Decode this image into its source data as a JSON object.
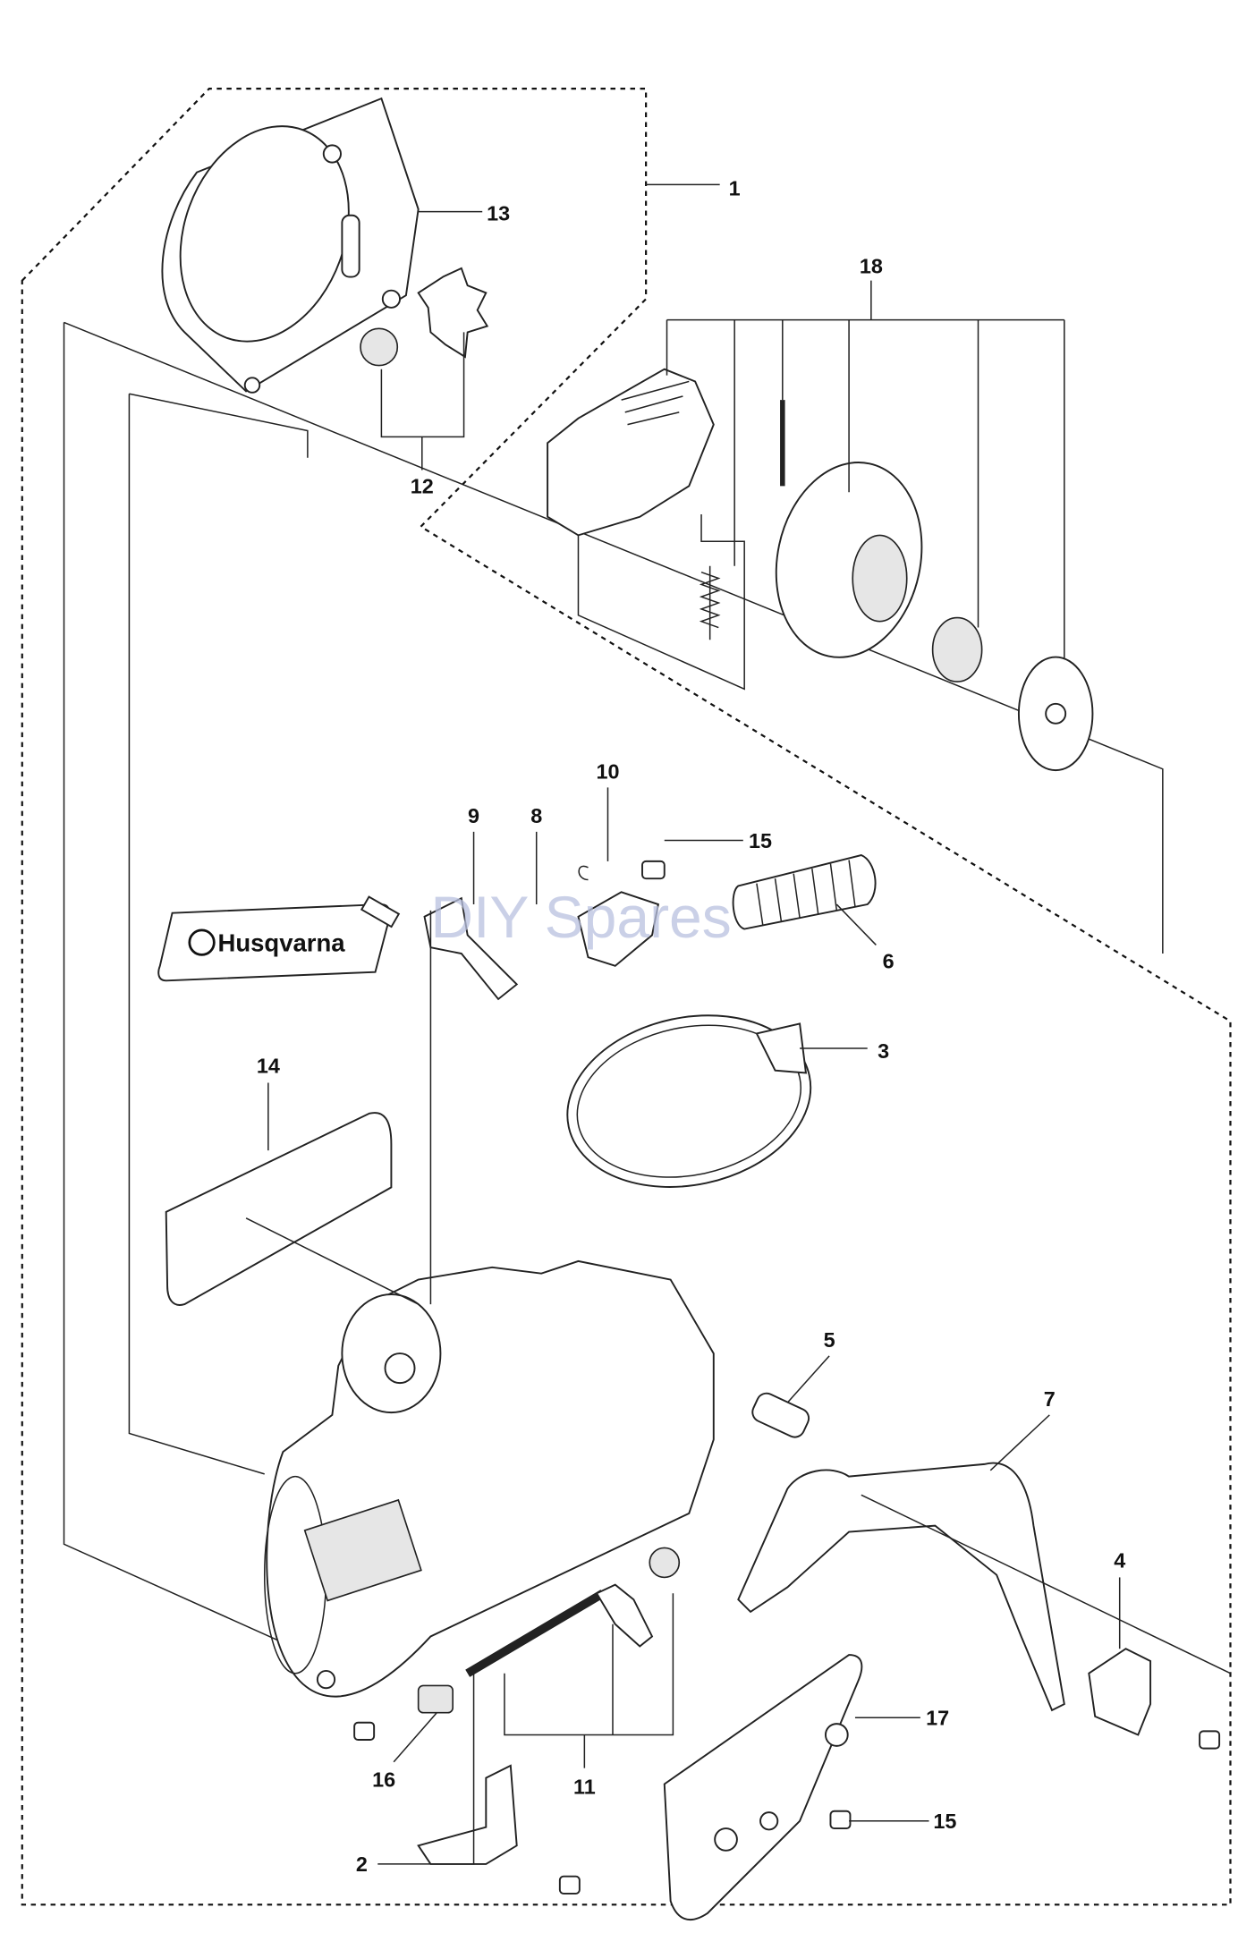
{
  "callouts": {
    "c1": "1",
    "c2": "2",
    "c3": "3",
    "c4": "4",
    "c5": "5",
    "c6": "6",
    "c7": "7",
    "c8": "8",
    "c9": "9",
    "c10": "10",
    "c11": "11",
    "c12": "12",
    "c13": "13",
    "c14": "14",
    "c15a": "15",
    "c15b": "15",
    "c16": "16",
    "c17": "17",
    "c18": "18"
  },
  "decal_logo_text": "Husqvarna",
  "watermark": "DIY Spares"
}
